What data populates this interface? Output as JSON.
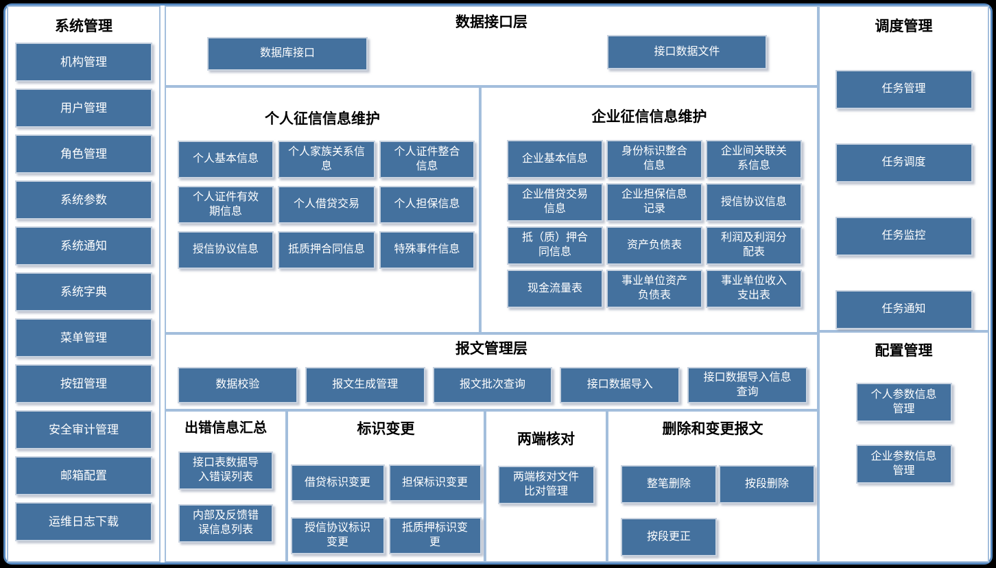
{
  "colors": {
    "button_fill": "#44719E",
    "button_border": "#C9D3E0",
    "button_text": "#FFFFFF",
    "panel_border": "#A3BEDC",
    "frame_border": "#5588C0",
    "frame_background": "#000000",
    "title_color": "#000000"
  },
  "panels": {
    "system": {
      "title": "系统管理",
      "items": [
        "机构管理",
        "用户管理",
        "角色管理",
        "系统参数",
        "系统通知",
        "系统字典",
        "菜单管理",
        "按钮管理",
        "安全审计管理",
        "邮箱配置",
        "运维日志下载"
      ]
    },
    "data_interface": {
      "title": "数据接口层",
      "items": [
        "数据库接口",
        "接口数据文件"
      ]
    },
    "personal": {
      "title": "个人征信信息维护",
      "items": [
        "个人基本信息",
        "个人家族关系信息",
        "个人证件整合信息",
        "个人证件有效期信息",
        "个人借贷交易",
        "个人担保信息",
        "授信协议信息",
        "抵质押合同信息",
        "特殊事件信息"
      ]
    },
    "enterprise": {
      "title": "企业征信信息维护",
      "items": [
        "企业基本信息",
        "身份标识整合信息",
        "企业间关联关系信息",
        "企业借贷交易信息",
        "企业担保信息记录",
        "授信协议信息",
        "抵（质）押合同信息",
        "资产负债表",
        "利润及利润分配表",
        "现金流量表",
        "事业单位资产负债表",
        "事业单位收入支出表"
      ]
    },
    "message": {
      "title": "报文管理层",
      "items": [
        "数据校验",
        "报文生成管理",
        "报文批次查询",
        "接口数据导入",
        "接口数据导入信息查询"
      ]
    },
    "error": {
      "title": "出错信息汇总",
      "items": [
        "接口表数据导入错误列表",
        "内部及反馈错误信息列表"
      ]
    },
    "ident": {
      "title": "标识变更",
      "items": [
        "借贷标识变更",
        "担保标识变更",
        "授信协议标识变更",
        "抵质押标识变更"
      ]
    },
    "check": {
      "title": "两端核对",
      "items": [
        "两端核对文件比对管理"
      ]
    },
    "delete": {
      "title": "删除和变更报文",
      "items": [
        "整笔删除",
        "按段删除",
        "按段更正"
      ]
    },
    "schedule": {
      "title": "调度管理",
      "items": [
        "任务管理",
        "任务调度",
        "任务监控",
        "任务通知"
      ]
    },
    "config": {
      "title": "配置管理",
      "items": [
        "个人参数信息管理",
        "企业参数信息管理"
      ]
    }
  }
}
